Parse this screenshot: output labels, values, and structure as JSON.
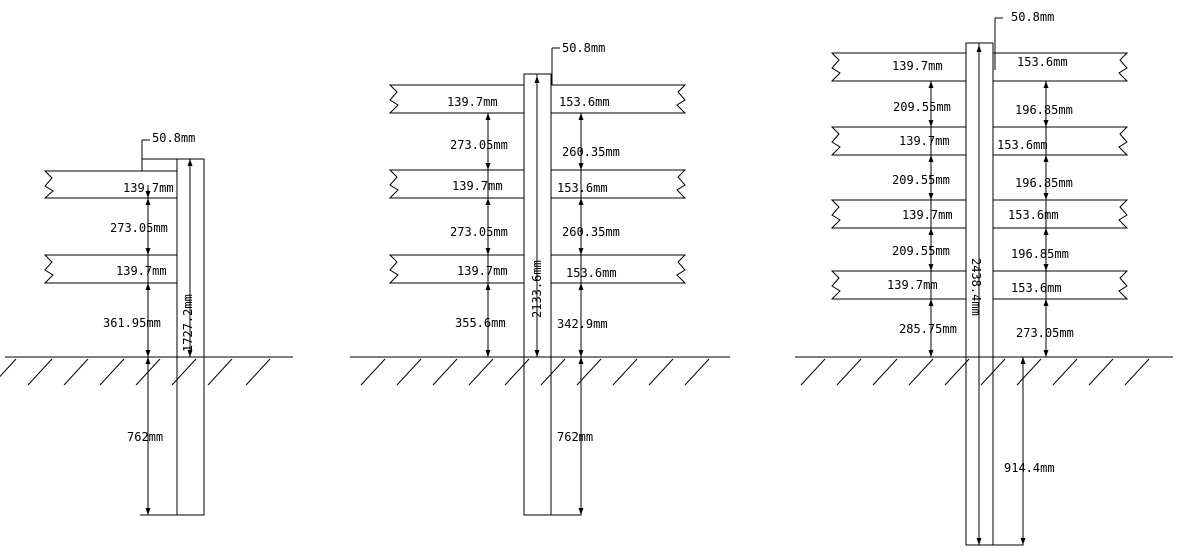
{
  "figures": [
    {
      "post_total_height": "1727.2mm",
      "embed_depth": "762mm",
      "post_top_offset": "50.8mm",
      "board_heights": [
        "139.7mm",
        "139.7mm"
      ],
      "board_gap": "273.05mm",
      "ground_clearance": "361.95mm"
    },
    {
      "post_total_height": "2133.6mm",
      "embed_depth": "762mm",
      "post_top_offset": "50.8mm",
      "left_board_heights": [
        "139.7mm",
        "139.7mm",
        "139.7mm"
      ],
      "left_gaps": [
        "273.05mm",
        "273.05mm"
      ],
      "left_ground_clearance": "355.6mm",
      "right_board_heights": [
        "153.6mm",
        "153.6mm",
        "153.6mm"
      ],
      "right_gaps": [
        "260.35mm",
        "260.35mm"
      ],
      "right_ground_clearance": "342.9mm"
    },
    {
      "post_total_height": "2438.4mm",
      "embed_depth": "914.4mm",
      "post_top_offset": "50.8mm",
      "left_board_heights": [
        "139.7mm",
        "139.7mm",
        "139.7mm",
        "139.7mm"
      ],
      "left_gaps": [
        "209.55mm",
        "209.55mm",
        "209.55mm"
      ],
      "left_ground_clearance": "285.75mm",
      "right_board_heights": [
        "153.6mm",
        "153.6mm",
        "153.6mm",
        "153.6mm"
      ],
      "right_gaps": [
        "196.85mm",
        "196.85mm",
        "196.85mm"
      ],
      "right_ground_clearance": "273.05mm"
    }
  ]
}
